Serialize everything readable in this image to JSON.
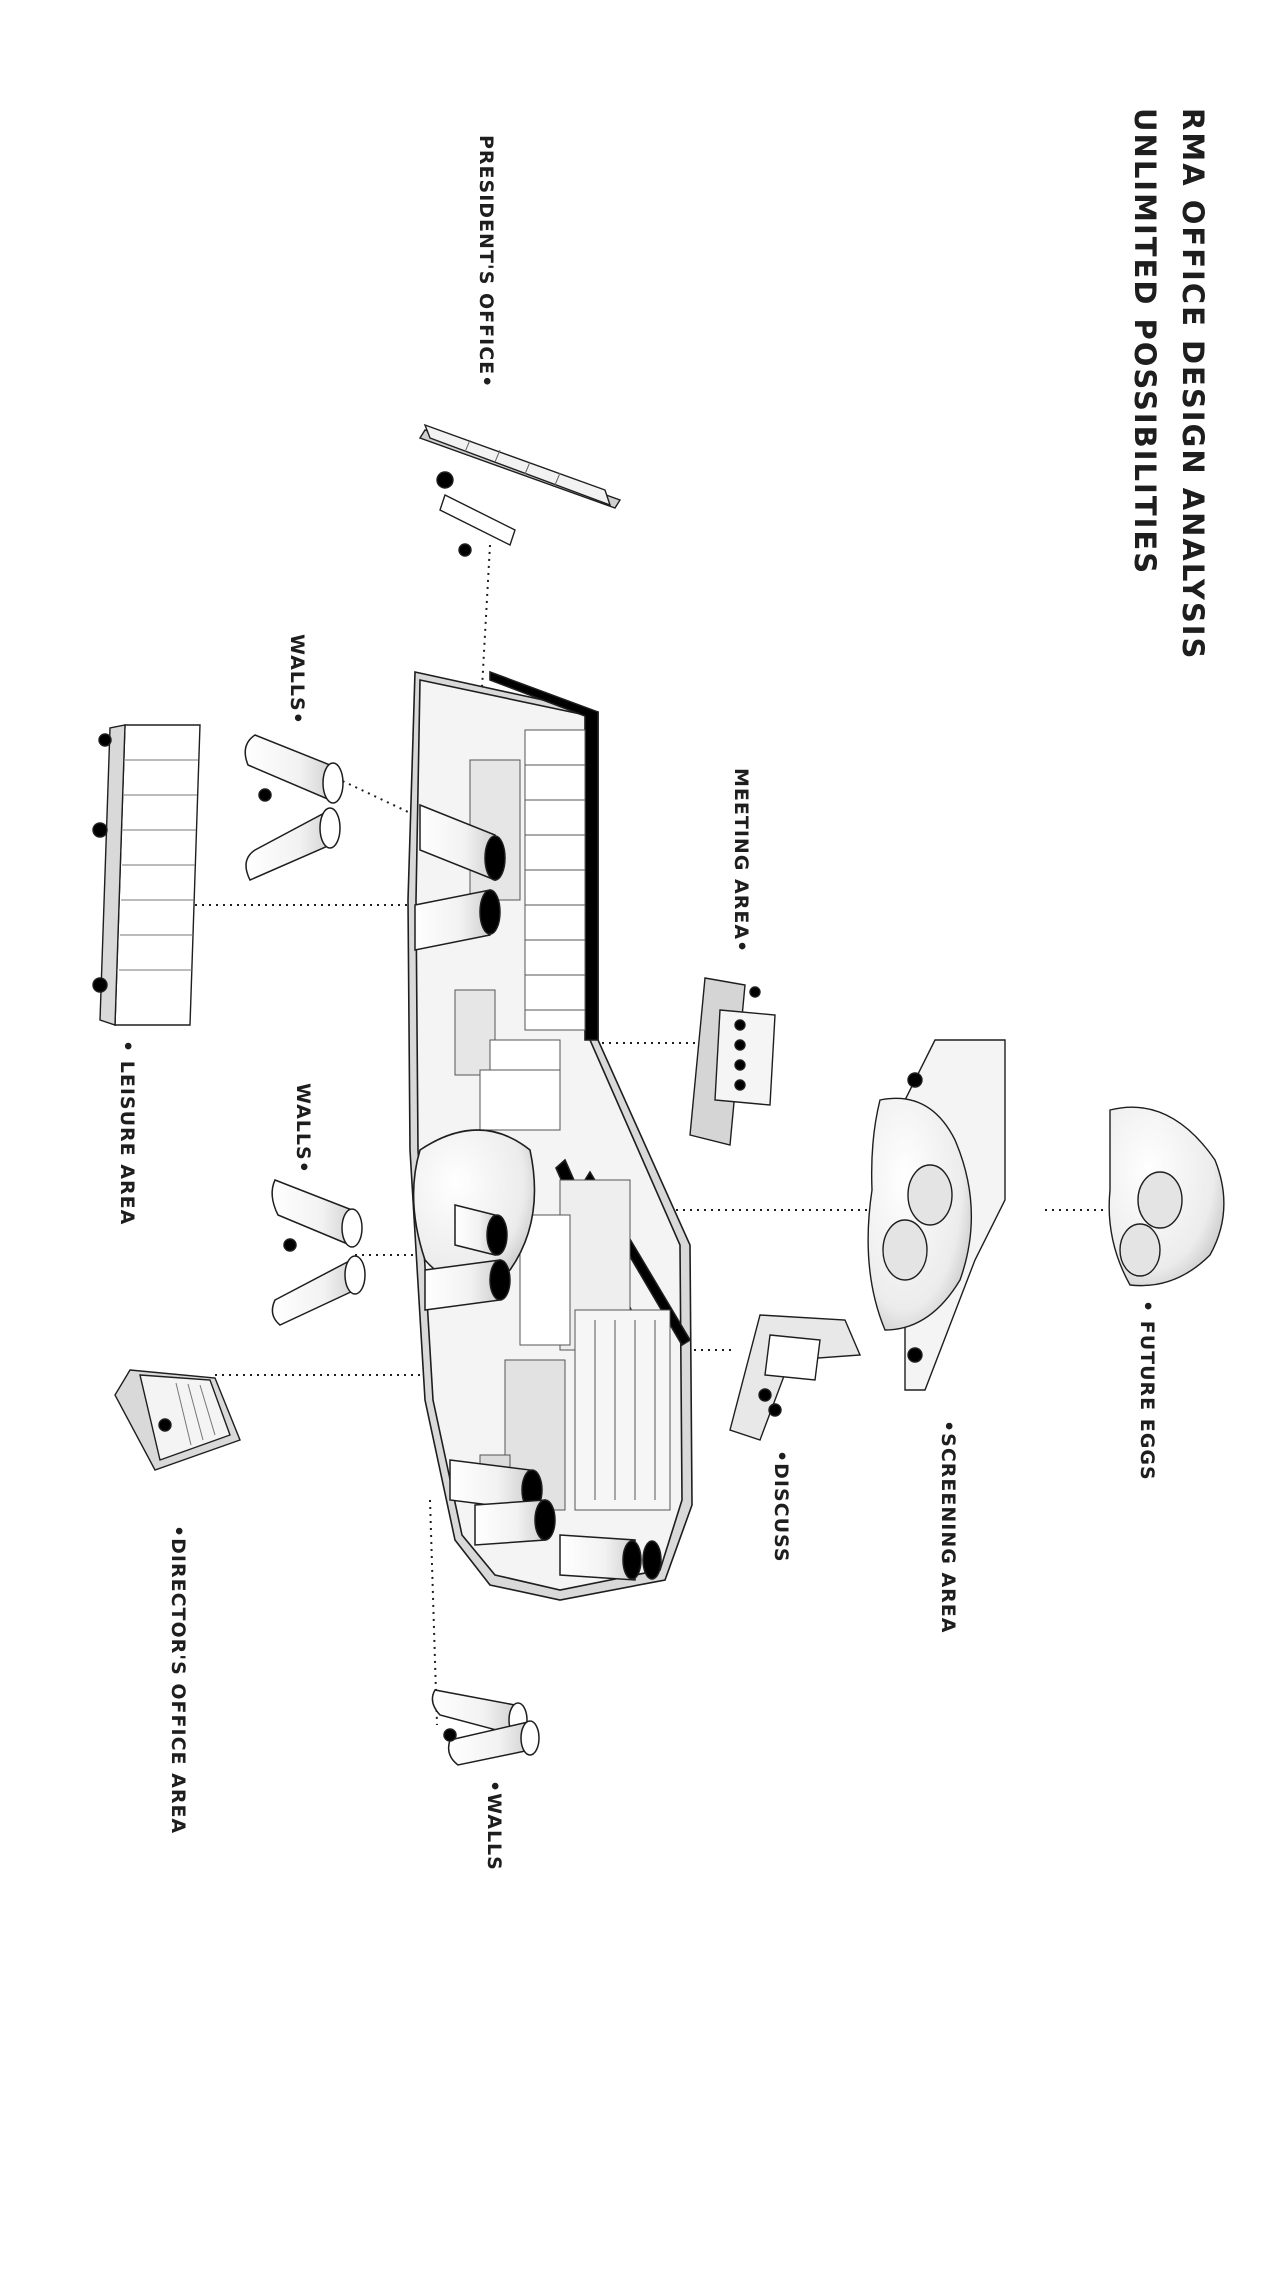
{
  "title": {
    "line1": "RMA OFFICE DESIGN ANALYSIS",
    "line2": "UNLIMITED POSSIBILITIES"
  },
  "labels": {
    "presidents_office": "PRESIDENT'S OFFICE•",
    "walls_top": "WALLS•",
    "meeting_area": "MEETING AREA•",
    "leisure_area": "• LEISURE AREA",
    "walls_middle": "WALLS•",
    "future_eggs": "• FUTURE EGGS",
    "screening_area": "•SCREENING AREA",
    "discuss": "•DISCUSS",
    "directors_office_area": "•DIRECTOR'S OFFICE AREA",
    "walls_bottom": "•WALLS"
  },
  "colors": {
    "ink": "#1e1e1e",
    "fill_light": "#f4f4f4",
    "fill_mid": "#d9d9d9",
    "fill_dark": "#000000"
  }
}
